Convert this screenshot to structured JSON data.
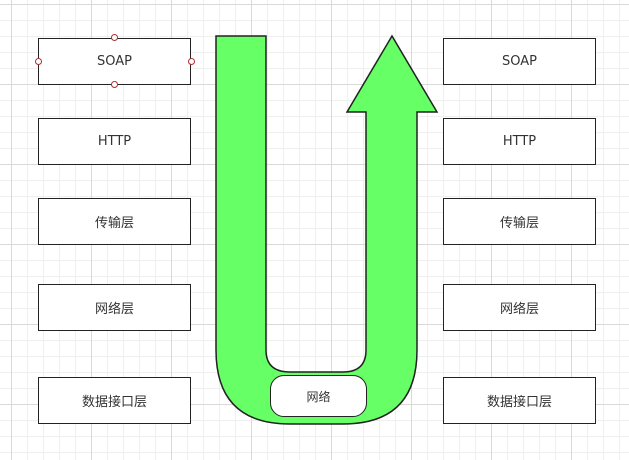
{
  "left_stack": [
    "SOAP",
    "HTTP",
    "传输层",
    "网络层",
    "数据接口层"
  ],
  "right_stack": [
    "SOAP",
    "HTTP",
    "传输层",
    "网络层",
    "数据接口层"
  ],
  "path_label": "网络",
  "colors": {
    "arrow_fill": "#66ff66",
    "stroke": "#222222"
  }
}
